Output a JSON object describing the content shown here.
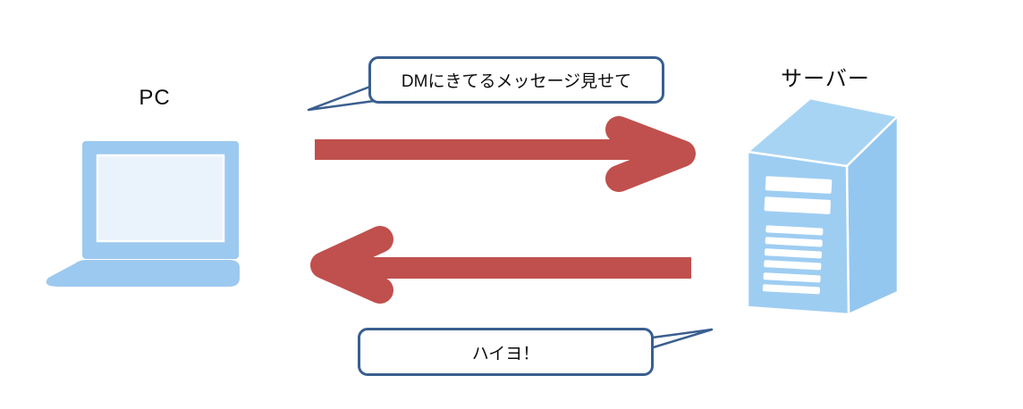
{
  "diagram": {
    "pc": {
      "label": "PC"
    },
    "server": {
      "label": "サーバー"
    },
    "messages": {
      "request": "DMにきてるメッセージ見せて",
      "response": "ハイヨ！"
    },
    "colors": {
      "arrow": "#C0504D",
      "device_fill": "#9CC9EF",
      "screen_fill": "#EAF2FB",
      "server_front": "#9ECDF2",
      "server_top": "#A8D4F4",
      "server_side": "#93C7EF",
      "bubble_border": "#3A5F8F"
    }
  }
}
